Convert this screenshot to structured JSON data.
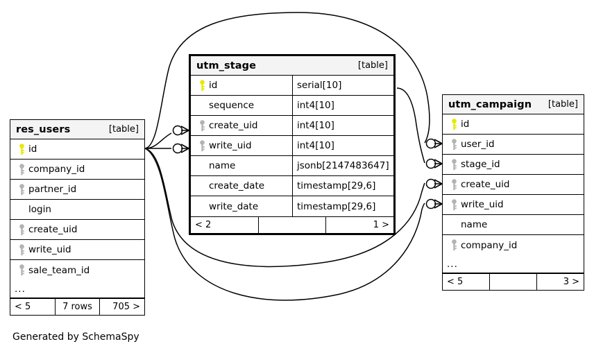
{
  "diagram": {
    "kind": "entity-relationship-diagram",
    "caption": "Generated by SchemaSpy",
    "background": "#ffffff",
    "line_color": "#000000",
    "header_fill": "#f4f4f4",
    "pk_key_color": "#e8e800",
    "fk_key_color": "#b3b3b3",
    "table_tag": "[table]"
  },
  "tables": [
    {
      "id": "res_users",
      "name": "res_users",
      "tag": "[table]",
      "focused": false,
      "show_types": false,
      "columns": [
        {
          "name": "id",
          "key": "primary",
          "type": ""
        },
        {
          "name": "company_id",
          "key": "foreign",
          "type": ""
        },
        {
          "name": "partner_id",
          "key": "foreign",
          "type": ""
        },
        {
          "name": "login",
          "key": "none",
          "type": ""
        },
        {
          "name": "create_uid",
          "key": "foreign",
          "type": ""
        },
        {
          "name": "write_uid",
          "key": "foreign",
          "type": ""
        },
        {
          "name": "sale_team_id",
          "key": "foreign",
          "type": ""
        }
      ],
      "more_indicator": "...",
      "footer": {
        "left": "< 5",
        "middle": "7 rows",
        "right": "705 >"
      }
    },
    {
      "id": "utm_stage",
      "name": "utm_stage",
      "tag": "[table]",
      "focused": true,
      "show_types": true,
      "columns": [
        {
          "name": "id",
          "key": "primary",
          "type": "serial[10]"
        },
        {
          "name": "sequence",
          "key": "none",
          "type": "int4[10]"
        },
        {
          "name": "create_uid",
          "key": "foreign",
          "type": "int4[10]"
        },
        {
          "name": "write_uid",
          "key": "foreign",
          "type": "int4[10]"
        },
        {
          "name": "name",
          "key": "none",
          "type": "jsonb[2147483647]"
        },
        {
          "name": "create_date",
          "key": "none",
          "type": "timestamp[29,6]"
        },
        {
          "name": "write_date",
          "key": "none",
          "type": "timestamp[29,6]"
        }
      ],
      "more_indicator": "",
      "footer": {
        "left": "< 2",
        "middle": "",
        "right": "1 >"
      }
    },
    {
      "id": "utm_campaign",
      "name": "utm_campaign",
      "tag": "[table]",
      "focused": false,
      "show_types": false,
      "columns": [
        {
          "name": "id",
          "key": "primary",
          "type": ""
        },
        {
          "name": "user_id",
          "key": "foreign",
          "type": ""
        },
        {
          "name": "stage_id",
          "key": "foreign",
          "type": ""
        },
        {
          "name": "create_uid",
          "key": "foreign",
          "type": ""
        },
        {
          "name": "write_uid",
          "key": "foreign",
          "type": ""
        },
        {
          "name": "name",
          "key": "none",
          "type": ""
        },
        {
          "name": "company_id",
          "key": "foreign",
          "type": ""
        }
      ],
      "more_indicator": "...",
      "footer": {
        "left": "< 5",
        "middle": "",
        "right": "3 >"
      }
    }
  ],
  "relationships": [
    {
      "from_table": "res_users",
      "from_column": "id",
      "to_table": "utm_stage",
      "to_column": "create_uid"
    },
    {
      "from_table": "res_users",
      "from_column": "id",
      "to_table": "utm_stage",
      "to_column": "write_uid"
    },
    {
      "from_table": "res_users",
      "from_column": "id",
      "to_table": "utm_campaign",
      "to_column": "user_id"
    },
    {
      "from_table": "res_users",
      "from_column": "id",
      "to_table": "utm_campaign",
      "to_column": "create_uid"
    },
    {
      "from_table": "res_users",
      "from_column": "id",
      "to_table": "utm_campaign",
      "to_column": "write_uid"
    },
    {
      "from_table": "utm_stage",
      "from_column": "id",
      "to_table": "utm_campaign",
      "to_column": "stage_id"
    }
  ]
}
